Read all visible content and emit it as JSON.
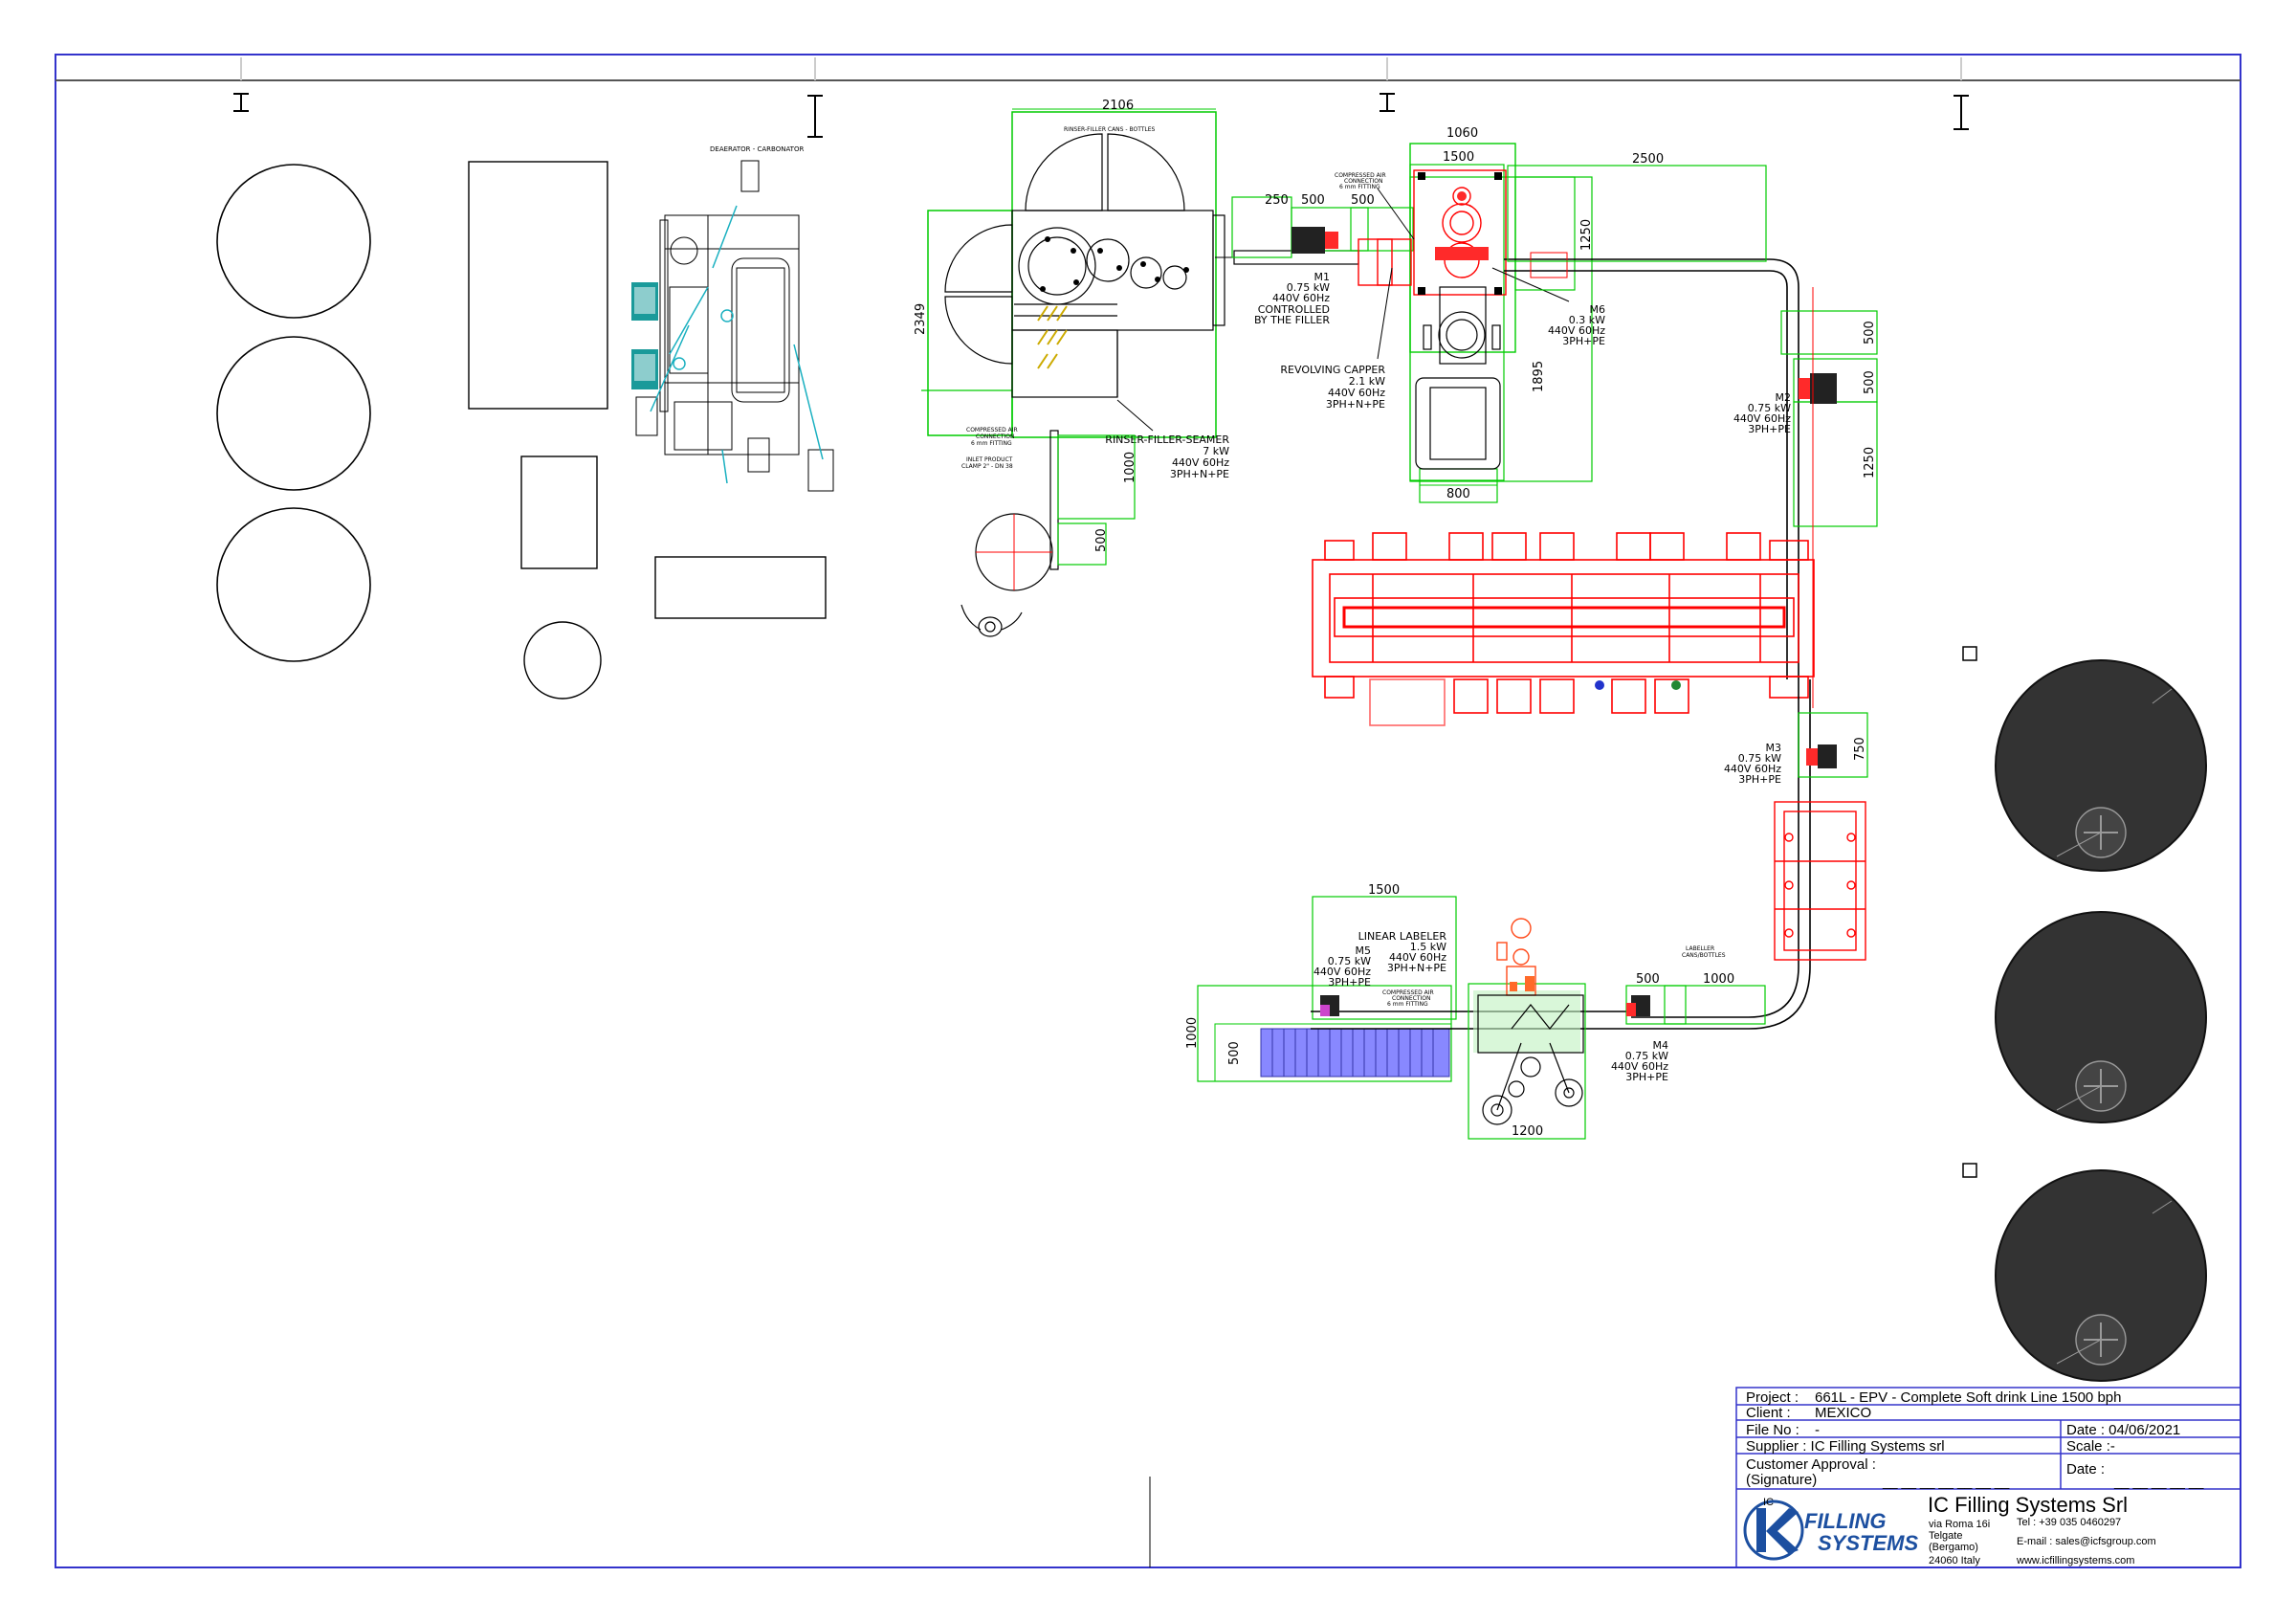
{
  "title_block": {
    "project_label": "Project :",
    "project_value": "661L - EPV - Complete Soft drink Line 1500 bph",
    "client_label": "Client :",
    "client_value": "MEXICO",
    "file_label": "File No :",
    "file_value": "-",
    "date_label": "Date : 04/06/2021",
    "supplier_label": "Supplier : IC Filling Systems srl",
    "scale_label": "Scale :-",
    "approval_label": "Customer Approval :",
    "signature_label": "(Signature)",
    "approval_date_label": "Date :",
    "sig_line": "__ __ __ __ __ __ __",
    "date_line": "__ __ __ __ __",
    "company_name": "IC Filling Systems Srl",
    "address_1": "via Roma 16i",
    "address_2": "Telgate",
    "address_3": "(Bergamo)",
    "address_4": "24060 Italy",
    "tel": "Tel : +39 035 0460297",
    "email": "E-mail : sales@icfsgroup.com",
    "web": "www.icfillingsystems.com",
    "logo_text_1": "FILLING",
    "logo_text_2": "SYSTEMS"
  },
  "labels": {
    "deaerator": "DEAERATOR - CARBONATOR",
    "rinser_top": "RINSER-FILLER CANS - BOTTLES",
    "rinser_filler_seamer": "RINSER-FILLER-SEAMER",
    "rfs_kw": "7 kW",
    "rfs_v": "440V 60Hz",
    "rfs_ph": "3PH+N+PE",
    "compressed_air": "COMPRESSED AIR",
    "connection": "CONNECTION",
    "fitting": "6 mm FITTING",
    "inlet_product": "INLET PRODUCT",
    "clamp": "CLAMP 2\" - DN 38",
    "m1": "M1",
    "m1_kw": "0.75 kW",
    "m1_v": "440V 60Hz",
    "m1_c1": "CONTROLLED",
    "m1_c2": "BY THE FILLER",
    "capper": "REVOLVING CAPPER",
    "capper_kw": "2.1 kW",
    "capper_v": "440V 60Hz",
    "capper_ph": "3PH+N+PE",
    "m6": "M6",
    "m6_kw": "0.3 kW",
    "m6_v": "440V 60Hz",
    "m6_ph": "3PH+PE",
    "m2": "M2",
    "m2_kw": "0.75 kW",
    "m2_v": "440V 60Hz",
    "m2_ph": "3PH+PE",
    "m3": "M3",
    "m3_kw": "0.75 kW",
    "m3_v": "440V 60Hz",
    "m3_ph": "3PH+PE",
    "m4": "M4",
    "m4_kw": "0.75 kW",
    "m4_v": "440V 60Hz",
    "m4_ph": "3PH+PE",
    "m5": "M5",
    "m5_kw": "0.75 kW",
    "m5_v": "440V 60Hz",
    "m5_ph": "3PH+PE",
    "linear_labeler": "LINEAR LABELER",
    "ll_kw": "1.5 kW",
    "ll_v": "440V 60Hz",
    "ll_ph": "3PH+N+PE",
    "labeller": "LABELLER",
    "labeller_sub": "CANS/BOTTLES"
  },
  "dimensions": {
    "d2106": "2106",
    "d2349": "2349",
    "d1060": "1060",
    "d1500a": "1500",
    "d2500": "2500",
    "d250": "250",
    "d500a": "500",
    "d500b": "500",
    "d1250a": "1250",
    "d1895": "1895",
    "d800": "800",
    "d500c": "500",
    "d500d": "500",
    "d1250b": "1250",
    "d1000a": "1000",
    "d500e": "500",
    "d750": "750",
    "d1500b": "1500",
    "d500f": "500",
    "d1000b": "1000",
    "d1000c": "1000",
    "d500g": "500",
    "d1200": "1200"
  },
  "colors": {
    "frame": "#3333cc",
    "dimension": "#00cc00",
    "equipment": "#ff0000",
    "tank": "#333333",
    "accent_cyan": "#1ab0c0",
    "conveyor": "#3a3a3a"
  }
}
